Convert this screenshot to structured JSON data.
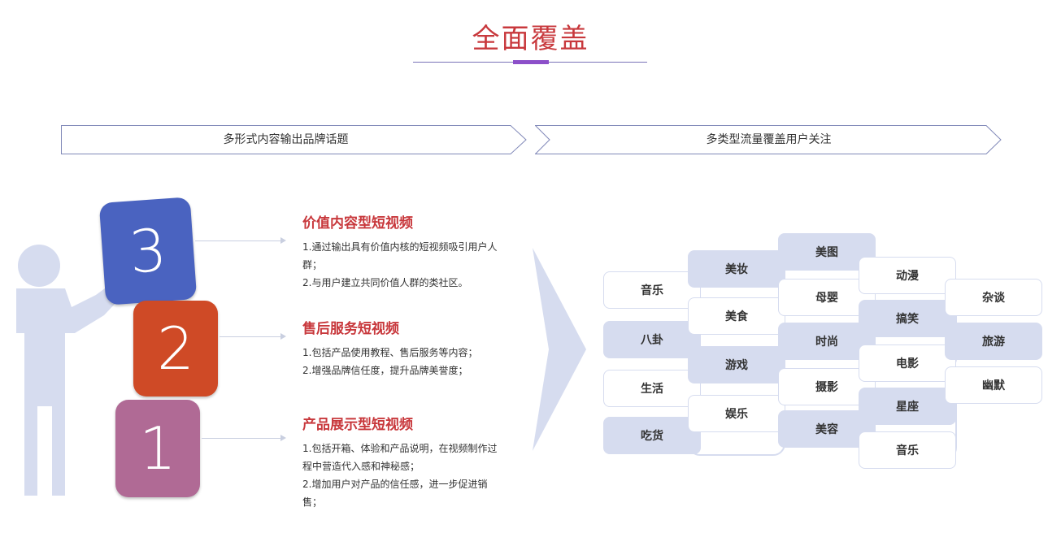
{
  "header": {
    "title": "全面覆盖"
  },
  "banners": {
    "left": "多形式内容输出品牌话题",
    "right": "多类型流量覆盖用户关注"
  },
  "cubes": [
    {
      "number": "3",
      "color": "#4a63c0"
    },
    {
      "number": "2",
      "color": "#cf4a26"
    },
    {
      "number": "1",
      "color": "#b06a95"
    }
  ],
  "sections": [
    {
      "title": "价值内容型短视频",
      "lines": [
        "1.通过输出具有价值内核的短视频吸引用户人",
        "群；",
        "2.与用户建立共同价值人群的类社区。"
      ]
    },
    {
      "title": "售后服务短视频",
      "lines": [
        "1.包括产品使用教程、售后服务等内容；",
        "2.增强品牌信任度，提升品牌美誉度；"
      ]
    },
    {
      "title": "产品展示型短视频",
      "lines": [
        "1.包括开箱、体验和产品说明，在视频制作过",
        "程中营造代入感和神秘感；",
        "2.增加用户对产品的信任感，进一步促进销",
        "售；"
      ]
    }
  ],
  "tags": [
    {
      "label": "音乐",
      "style": "outline"
    },
    {
      "label": "八卦",
      "style": "filled"
    },
    {
      "label": "生活",
      "style": "outline"
    },
    {
      "label": "吃货",
      "style": "filled"
    },
    {
      "label": "美妆",
      "style": "filled"
    },
    {
      "label": "美食",
      "style": "outline"
    },
    {
      "label": "游戏",
      "style": "filled"
    },
    {
      "label": "娱乐",
      "style": "outline"
    },
    {
      "label": "美图",
      "style": "filled"
    },
    {
      "label": "母婴",
      "style": "outline"
    },
    {
      "label": "时尚",
      "style": "filled"
    },
    {
      "label": "摄影",
      "style": "outline"
    },
    {
      "label": "美容",
      "style": "filled"
    },
    {
      "label": "动漫",
      "style": "outline"
    },
    {
      "label": "搞笑",
      "style": "filled"
    },
    {
      "label": "电影",
      "style": "outline"
    },
    {
      "label": "星座",
      "style": "filled"
    },
    {
      "label": "音乐",
      "style": "outline"
    },
    {
      "label": "杂谈",
      "style": "outline"
    },
    {
      "label": "旅游",
      "style": "filled"
    },
    {
      "label": "幽默",
      "style": "outline"
    }
  ]
}
